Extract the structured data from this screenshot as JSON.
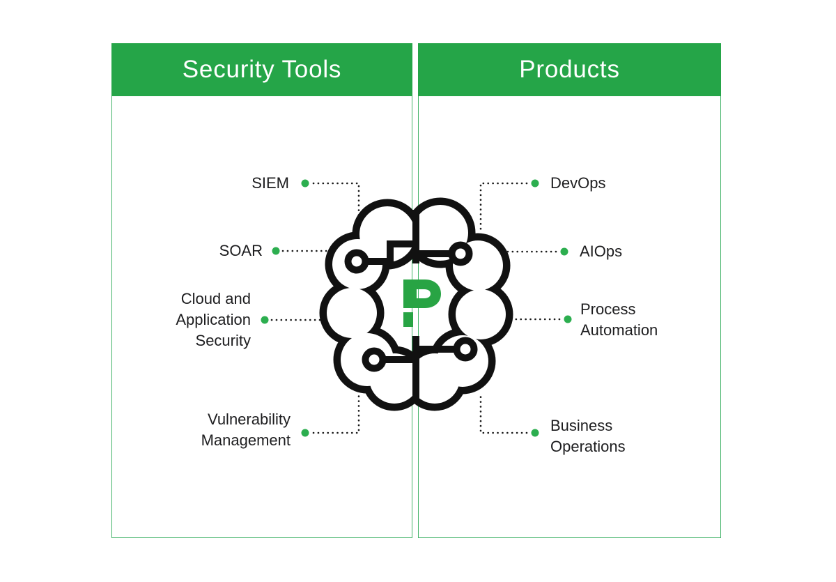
{
  "colors": {
    "header_bg": "#25a548",
    "header_text": "#ffffff",
    "panel_border": "#42b368",
    "panel_bg": "#ffffff",
    "label_text": "#1d1d1f",
    "connector_dot": "#2cae4f",
    "dotted_line": "#1a1a1a",
    "brain_outline": "#111111",
    "logo_p": "#28a444"
  },
  "panels": [
    {
      "title": "Security Tools",
      "items": [
        {
          "lines": [
            "SIEM"
          ]
        },
        {
          "lines": [
            "SOAR"
          ]
        },
        {
          "lines": [
            "Cloud and",
            "Application",
            "Security"
          ]
        },
        {
          "lines": [
            "Vulnerability",
            "Management"
          ]
        }
      ]
    },
    {
      "title": "Products",
      "items": [
        {
          "lines": [
            "DevOps"
          ]
        },
        {
          "lines": [
            "AIOps"
          ]
        },
        {
          "lines": [
            "Process",
            "Automation"
          ]
        },
        {
          "lines": [
            "Business",
            "Operations"
          ]
        }
      ]
    }
  ],
  "center_icon": {
    "name": "circuit-brain-logo",
    "letter": "P"
  }
}
